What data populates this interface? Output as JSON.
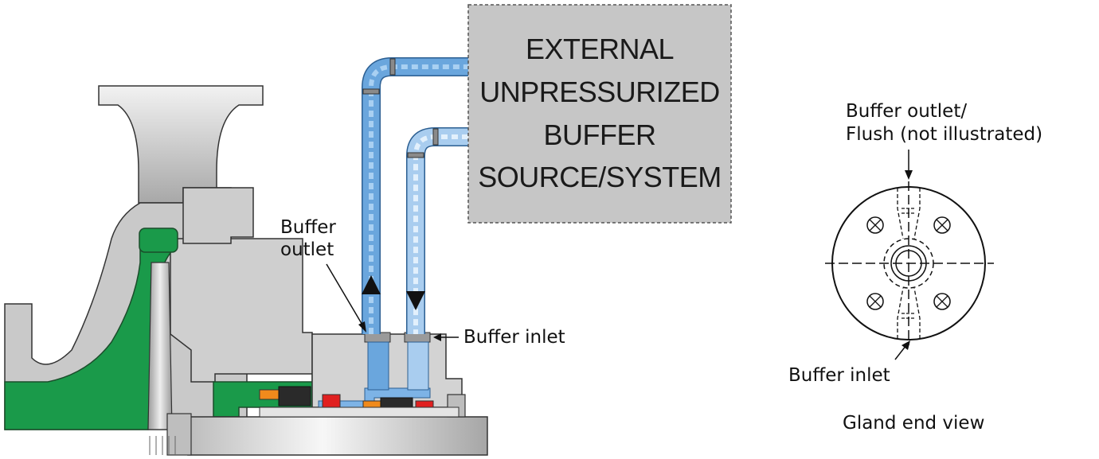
{
  "box": {
    "lines": [
      "EXTERNAL",
      "UNPRESSURIZED",
      "BUFFER",
      "SOURCE/SYSTEM"
    ]
  },
  "labels": {
    "buffer_outlet_line1": "Buffer",
    "buffer_outlet_line2": "outlet",
    "buffer_inlet": "Buffer inlet",
    "end_view_top_line1": "Buffer outlet/",
    "end_view_top_line2": "Flush (not illustrated)",
    "end_view_bottom": "Buffer inlet",
    "gland_caption": "Gland end view"
  },
  "colors": {
    "housing_gray": "#c8c8c8",
    "shaft_gray": "#d9d9d9",
    "seal_green": "#1a9a4a",
    "buffer_blue_dark": "#5b9bd5",
    "buffer_blue_light": "#a9cdef",
    "box_gray": "#c6c6c6",
    "seal_red": "#e02020",
    "seal_orange": "#f08a1c"
  }
}
